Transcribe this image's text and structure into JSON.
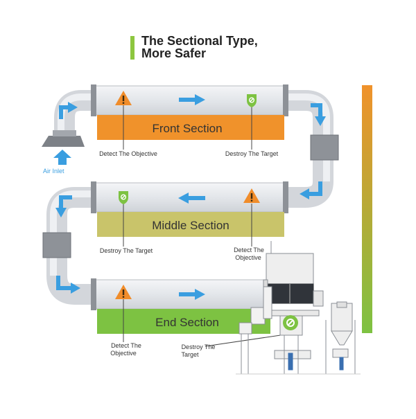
{
  "header": {
    "title_line1": "The Sectional Type,",
    "title_line2": "More Safer"
  },
  "labels": {
    "air_inlet": "Air Inlet"
  },
  "sections": [
    {
      "name": "Front Section",
      "color": "#f0922b",
      "left_icon": "warning-icon",
      "right_icon": "shield-icon",
      "left_caption": [
        "Detect The Objective"
      ],
      "right_caption": [
        "Destroy The Target"
      ]
    },
    {
      "name": "Middle Section",
      "color": "#c9c46a",
      "left_icon": "shield-icon",
      "right_icon": "warning-icon",
      "left_caption": [
        "Destroy The Target"
      ],
      "right_caption": [
        "Detect The",
        "Objective"
      ]
    },
    {
      "name": "End Section",
      "color": "#7dc242",
      "left_icon": "warning-icon",
      "right_icon": "shield-icon",
      "left_caption": [
        "Detect The",
        "Objective"
      ],
      "right_caption": [
        "Destroy The",
        "Target"
      ]
    }
  ],
  "colors": {
    "accent_green": "#8dc63f",
    "flow_arrow": "#3a9ee0",
    "pipe": "#e6e8ec",
    "pipe_edge": "#b9bcc2",
    "gradient_bar_top": "#f0922b",
    "gradient_bar_bottom": "#7dc242",
    "warning": "#f08c2a",
    "shield": "#7dc242"
  }
}
